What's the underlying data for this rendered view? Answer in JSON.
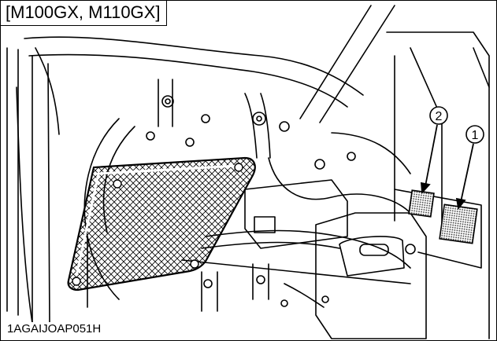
{
  "figure": {
    "model_label": "[M100GX, M110GX]",
    "image_code": "1AGAIJOAP051H"
  },
  "callouts": [
    {
      "number": "2",
      "glyph": "②"
    },
    {
      "number": "1",
      "glyph": "①"
    }
  ],
  "colors": {
    "line": "#000000",
    "background": "#ffffff",
    "label_fill": "#555555"
  }
}
